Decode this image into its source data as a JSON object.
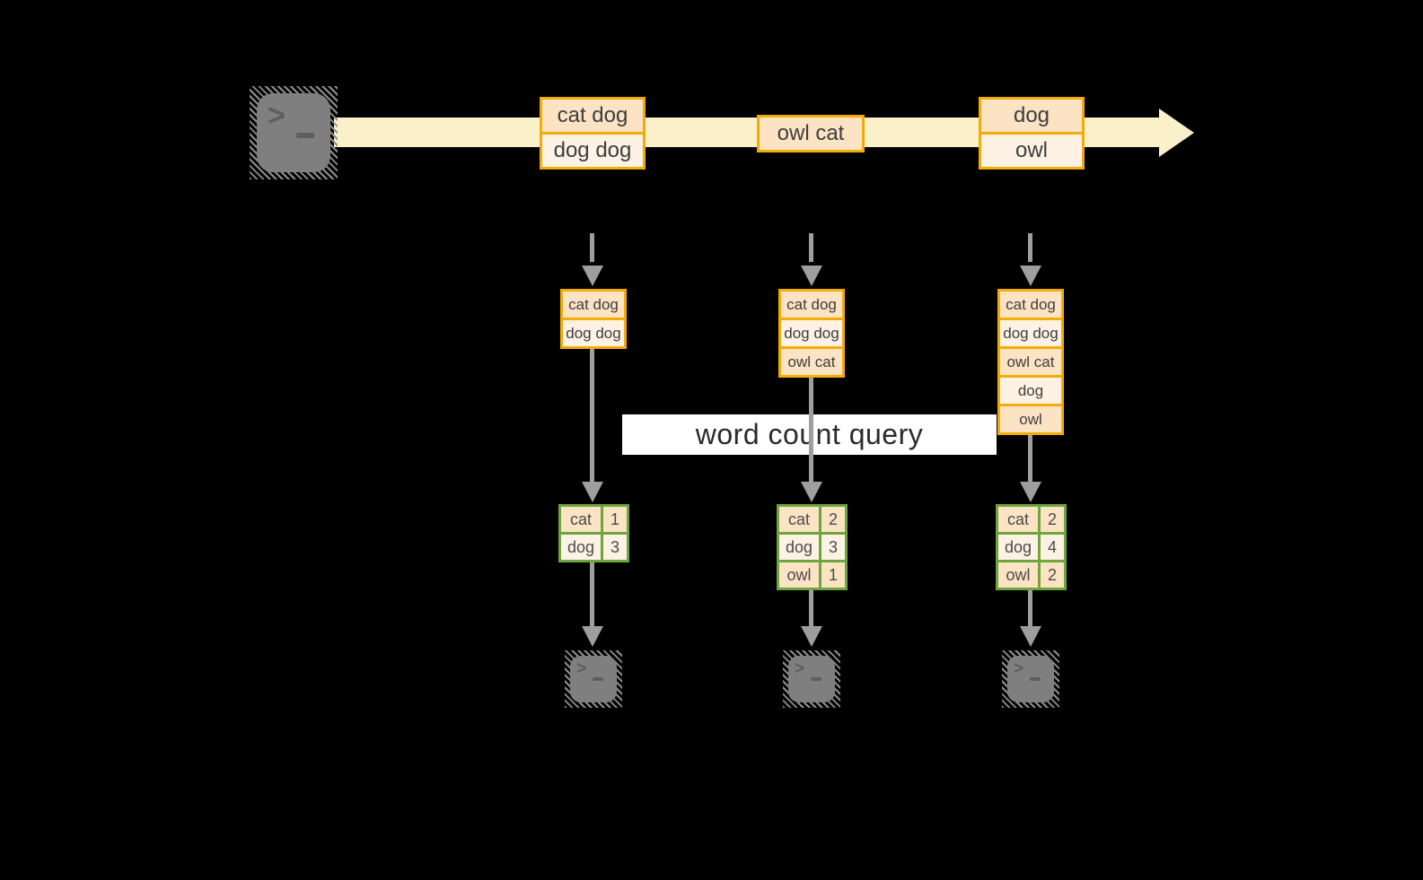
{
  "colors": {
    "background": "#000000",
    "gold_border": "#F3AC05",
    "peach_dark": "#FBE3C4",
    "peach_light": "#FDF2E4",
    "cream_arrow": "#FAF1CB",
    "green_border": "#6FA53F",
    "green_cell_dark": "#DFEACE",
    "green_cell_light": "#EFF4E8",
    "arrow_gray": "#9E9E9E",
    "terminal_gray": "#7F7F7F"
  },
  "icons": {
    "source_terminal": "terminal-prompt-icon",
    "sink_terminal": "terminal-prompt-icon",
    "stream_arrow": "arrow-right-icon",
    "prompt_chevron": ">"
  },
  "stream": {
    "events": [
      {
        "rows": [
          "cat dog",
          "dog dog"
        ]
      },
      {
        "rows": [
          "owl cat"
        ]
      },
      {
        "rows": [
          "dog",
          "owl"
        ]
      }
    ]
  },
  "query": {
    "label": "word count query"
  },
  "pipelines": [
    {
      "buffer": [
        "cat dog",
        "dog dog"
      ],
      "counts": [
        {
          "word": "cat",
          "value": "1"
        },
        {
          "word": "dog",
          "value": "3"
        }
      ]
    },
    {
      "buffer": [
        "cat dog",
        "dog dog",
        "owl cat"
      ],
      "counts": [
        {
          "word": "cat",
          "value": "2"
        },
        {
          "word": "dog",
          "value": "3"
        },
        {
          "word": "owl",
          "value": "1"
        }
      ]
    },
    {
      "buffer": [
        "cat dog",
        "dog dog",
        "owl cat",
        "dog",
        "owl"
      ],
      "counts": [
        {
          "word": "cat",
          "value": "2"
        },
        {
          "word": "dog",
          "value": "4"
        },
        {
          "word": "owl",
          "value": "2"
        }
      ]
    }
  ]
}
